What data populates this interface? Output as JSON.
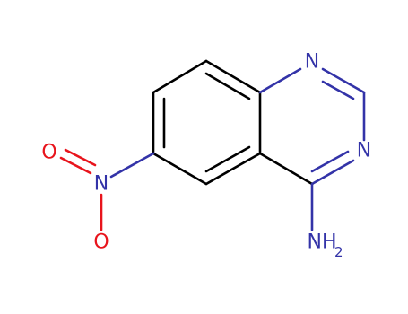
{
  "colors": {
    "carbon": "#000000",
    "nitrogen": "#3333a8",
    "oxygen": "#e8141c"
  },
  "atoms": {
    "n1": {
      "symbol": "N",
      "element": "nitrogen"
    },
    "n3": {
      "symbol": "N",
      "element": "nitrogen"
    },
    "n_amine": {
      "symbol": "NH",
      "subscript": "2",
      "element": "nitrogen"
    },
    "n_nitro": {
      "symbol": "N",
      "element": "nitrogen"
    },
    "o1": {
      "symbol": "O",
      "element": "oxygen"
    },
    "o2": {
      "symbol": "O",
      "element": "oxygen"
    }
  }
}
